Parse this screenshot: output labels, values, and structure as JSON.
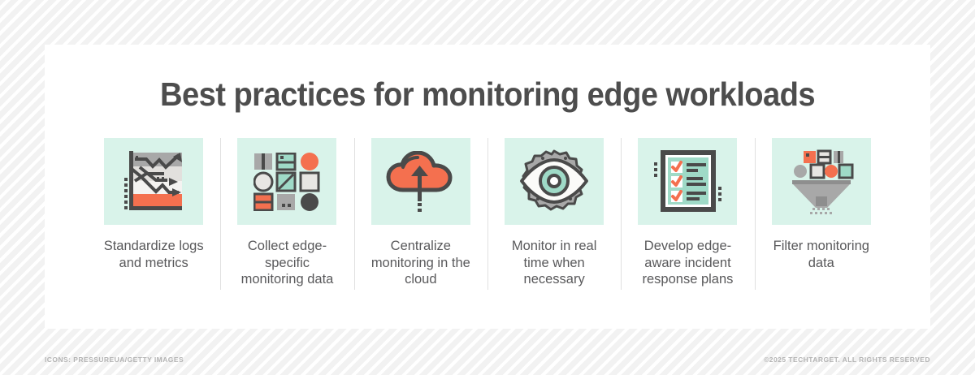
{
  "title": "Best practices for monitoring edge workloads",
  "theme": {
    "page_background": "#f2f2f2",
    "stripe_color": "#ffffff",
    "card_background": "#ffffff",
    "tile_background": "#d9f3ea",
    "title_color": "#4d4d4d",
    "label_color": "#59595b",
    "accent_orange": "#f4704f",
    "accent_mint": "#9fdac7",
    "dark_gray": "#4a4a4a",
    "mid_gray": "#a0a0a0",
    "divider_color": "#e0e0e0",
    "footer_color": "#b4b4b4"
  },
  "items": [
    {
      "icon": "line-chart-icon",
      "label": "Standardize logs and metrics"
    },
    {
      "icon": "shapes-grid-icon",
      "label": "Collect edge-specific monitoring data"
    },
    {
      "icon": "cloud-upload-icon",
      "label": "Centralize monitoring in the cloud"
    },
    {
      "icon": "eye-gear-icon",
      "label": "Monitor in real time when necessary"
    },
    {
      "icon": "checklist-icon",
      "label": "Develop edge-aware incident response plans"
    },
    {
      "icon": "funnel-filter-icon",
      "label": "Filter monitoring data"
    }
  ],
  "footer": {
    "credit": "ICONS: PRESSUREUA/GETTY IMAGES",
    "copyright": "©2025 TECHTARGET. ALL RIGHTS RESERVED"
  }
}
